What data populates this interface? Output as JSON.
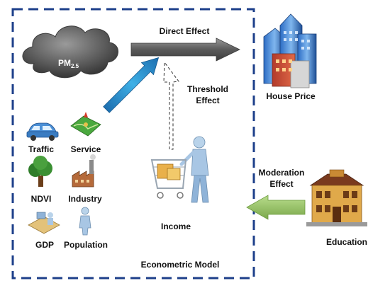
{
  "colors": {
    "frame": "#1d3f8a",
    "direct_arrow": "#6b6b6b",
    "pm_arrow": "#2a8fc9",
    "threshold_text": "#d11a1a",
    "moderation_text": "#5a8a2e",
    "moderation_arrow": "#8fbf5a",
    "model_text": "#1d3f8a",
    "direct_text": "#8c8c8c"
  },
  "labels": {
    "pm_main": "PM",
    "pm_sub": "2.5",
    "direct_effect": "Direct Effect",
    "threshold_line1": "Threshold",
    "threshold_line2": "Effect",
    "house_price": "House Price",
    "moderation_line1": "Moderation",
    "moderation_line2": "Effect",
    "education": "Education",
    "income": "Income",
    "traffic": "Traffic",
    "service": "Service",
    "ndvi": "NDVI",
    "industry": "Industry",
    "gdp": "GDP",
    "population": "Population",
    "model": "Econometric Model"
  },
  "icons": {
    "cloud": "smog-cloud-icon",
    "city": "city-buildings-icon",
    "school": "school-building-icon",
    "shopper": "shopping-cart-person-icon",
    "car": "car-icon",
    "map": "map-icon",
    "tree": "tree-icon",
    "factory": "factory-icon",
    "desk": "office-desk-icon",
    "person": "person-icon"
  }
}
